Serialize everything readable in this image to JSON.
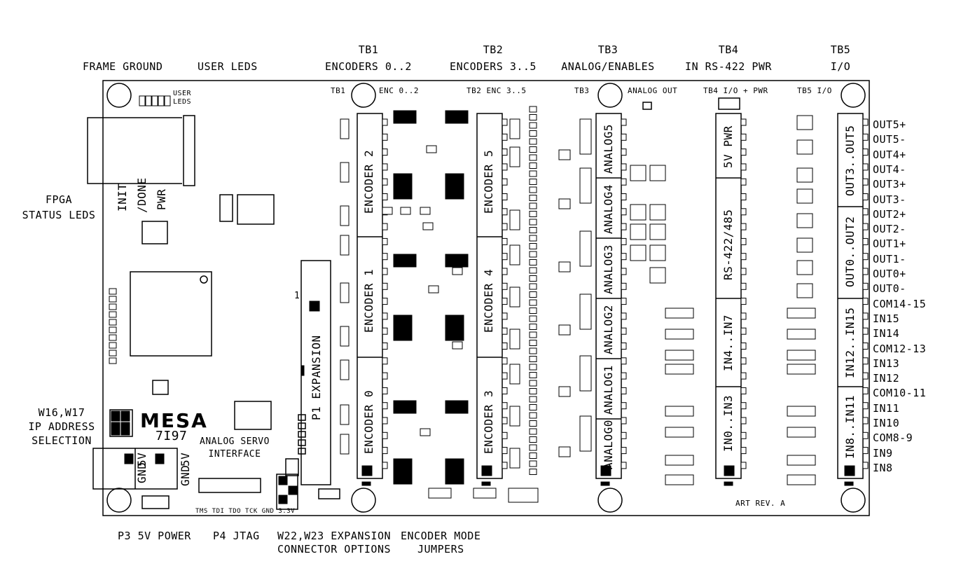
{
  "top_labels": {
    "frame_ground": "FRAME GROUND",
    "user_leds": "USER LEDS",
    "tb1": {
      "name": "TB1",
      "desc": "ENCODERS 0..2"
    },
    "tb2": {
      "name": "TB2",
      "desc": "ENCODERS 3..5"
    },
    "tb3": {
      "name": "TB3",
      "desc": "ANALOG/ENABLES"
    },
    "tb4": {
      "name": "TB4",
      "desc": "IN RS-422 PWR"
    },
    "tb5": {
      "name": "TB5",
      "desc": "I/O"
    }
  },
  "left_labels": {
    "fpga_status": [
      "FPGA",
      "STATUS LEDS"
    ],
    "ip_select": [
      "W16,W17",
      "IP ADDRESS",
      "SELECTION"
    ]
  },
  "bottom_labels": {
    "p3": "P3 5V POWER",
    "p4": "P4 JTAG",
    "w22": [
      "W22,W23 EXPANSION",
      "CONNECTOR OPTIONS"
    ],
    "enc_mode": [
      "ENCODER MODE",
      "JUMPERS"
    ]
  },
  "board_labels": {
    "tb1": "TB1",
    "enc02": "ENC 0..2",
    "tb2enc": "TB2 ENC 3..5",
    "tb3": "TB3",
    "analog_out": "ANALOG OUT",
    "tb4": "TB4 I/O + PWR",
    "tb5": "TB5 I/O",
    "user_leds": [
      "USER",
      "LEDS"
    ],
    "fpga_leds": [
      "INIT",
      "/DONE",
      "PWR"
    ],
    "mesa": "MESA",
    "model": "7I97",
    "board_title": [
      "ANALOG SERVO",
      "INTERFACE"
    ],
    "p1": "P1 EXPANSION",
    "p1_pin": "1",
    "art_rev": "ART REV. A",
    "jtag_pins": "TMS TDI TDO TCK GND 3.3V",
    "p3_pins": [
      "GND",
      "5V",
      "GND",
      "5V"
    ]
  },
  "encoders": [
    "ENCODER 2",
    "ENCODER 1",
    "ENCODER 0",
    "ENCODER 5",
    "ENCODER 4",
    "ENCODER 3"
  ],
  "analogs": [
    "ANALOG5",
    "ANALOG4",
    "ANALOG3",
    "ANALOG2",
    "ANALOG1",
    "ANALOG0"
  ],
  "tb4_sections": [
    "5V PWR",
    "RS-422/485",
    "IN4..IN7",
    "IN0..IN3"
  ],
  "tb5_sections": [
    "OUT3..OUT5",
    "OUT0..OUT2",
    "IN12..IN15",
    "IN8..IN11"
  ],
  "tb5_pins": [
    "OUT5+",
    "OUT5-",
    "OUT4+",
    "OUT4-",
    "OUT3+",
    "OUT3-",
    "OUT2+",
    "OUT2-",
    "OUT1+",
    "OUT1-",
    "OUT0+",
    "OUT0-",
    "COM14-15",
    "IN15",
    "IN14",
    "COM12-13",
    "IN13",
    "IN12",
    "COM10-11",
    "IN11",
    "IN10",
    "COM8-9",
    "IN9",
    "IN8"
  ],
  "colors": {
    "ink": "#000000",
    "paper": "#ffffff"
  }
}
